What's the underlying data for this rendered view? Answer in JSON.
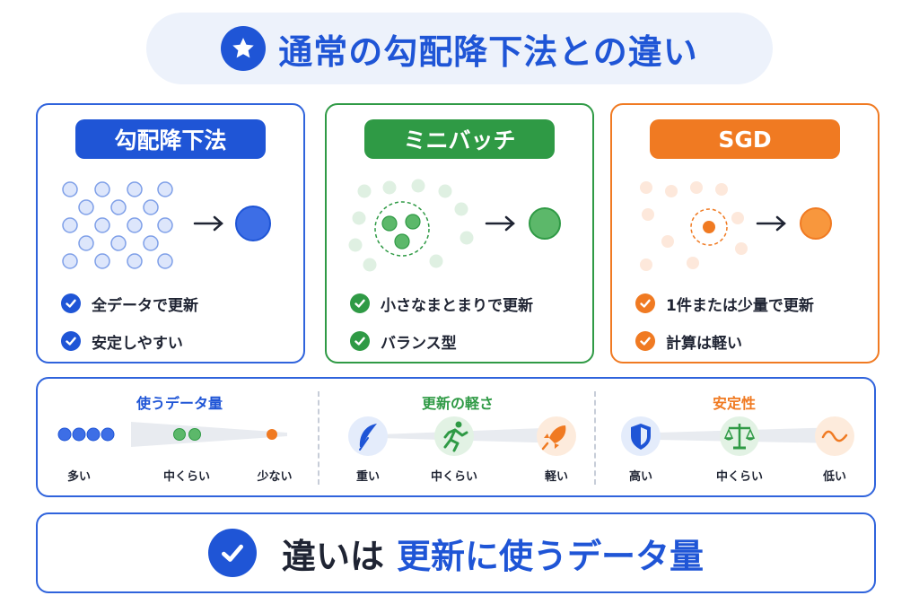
{
  "title": "通常の勾配降下法との違い",
  "cards": [
    {
      "label": "勾配降下法",
      "bullets": [
        "全データで更新",
        "安定しやすい"
      ],
      "color": "#1f55d6"
    },
    {
      "label": "ミニバッチ",
      "bullets": [
        "小さなまとまりで更新",
        "バランス型"
      ],
      "color": "#2f9a45"
    },
    {
      "label": "SGD",
      "bullets": [
        "1件または少量で更新",
        "計算は軽い"
      ],
      "color": "#f07a22"
    }
  ],
  "comparison": {
    "data_amount": {
      "title": "使うデータ量",
      "labels": [
        "多い",
        "中くらい",
        "少ない"
      ],
      "title_color": "#1f55d6"
    },
    "lightness": {
      "title": "更新の軽さ",
      "labels": [
        "重い",
        "中くらい",
        "軽い"
      ],
      "title_color": "#2f9a45"
    },
    "stability": {
      "title": "安定性",
      "labels": [
        "高い",
        "中くらい",
        "低い"
      ],
      "title_color": "#f07a22"
    }
  },
  "conclusion": {
    "lead": "違いは",
    "emphasis": "更新に使うデータ量"
  },
  "icons": [
    "star-icon",
    "check-icon",
    "feather-icon",
    "runner-icon",
    "rocket-icon",
    "shield-icon",
    "scale-icon",
    "wave-icon"
  ]
}
